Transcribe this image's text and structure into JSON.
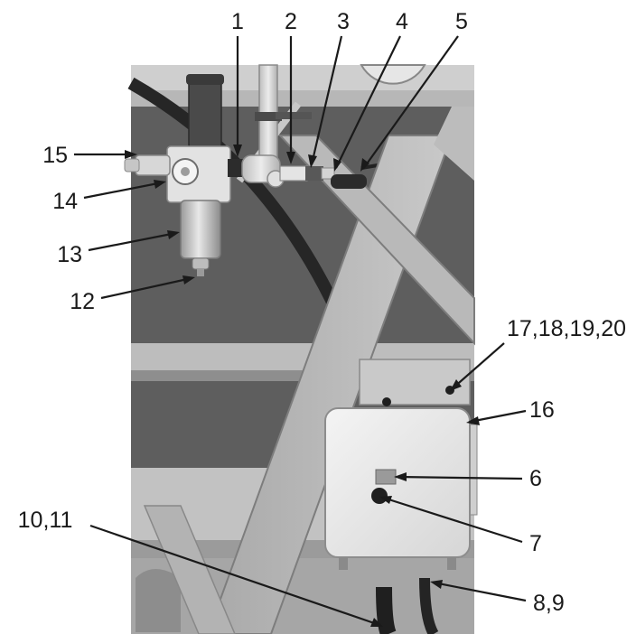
{
  "callouts": [
    {
      "id": "1",
      "text": "1"
    },
    {
      "id": "2",
      "text": "2"
    },
    {
      "id": "3",
      "text": "3"
    },
    {
      "id": "4",
      "text": "4"
    },
    {
      "id": "5",
      "text": "5"
    },
    {
      "id": "15",
      "text": "15"
    },
    {
      "id": "14",
      "text": "14"
    },
    {
      "id": "13",
      "text": "13"
    },
    {
      "id": "12",
      "text": "12"
    },
    {
      "id": "17-20",
      "text": "17,18,19,20"
    },
    {
      "id": "16",
      "text": "16"
    },
    {
      "id": "6",
      "text": "6"
    },
    {
      "id": "7",
      "text": "7"
    },
    {
      "id": "10-11",
      "text": "10,11"
    },
    {
      "id": "8-9",
      "text": "8,9"
    }
  ]
}
